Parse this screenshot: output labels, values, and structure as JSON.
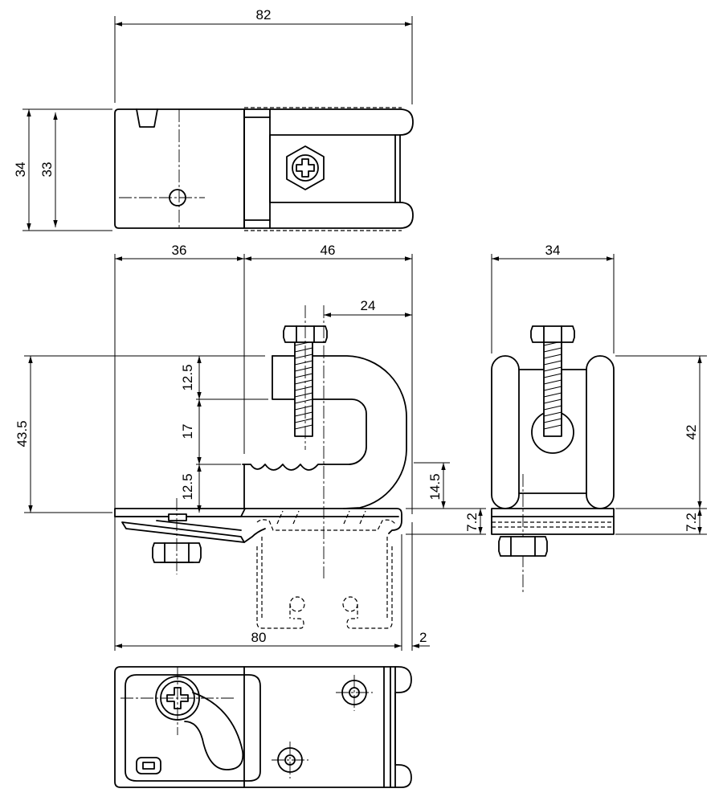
{
  "dimensions": {
    "top_width": "82",
    "top_height_outer": "34",
    "top_height_inner": "33",
    "front_left_width": "36",
    "front_right_width": "46",
    "bolt_offset": "24",
    "overall_height": "43.5",
    "upper_jaw": "12.5",
    "jaw_gap": "17",
    "lower_jaw": "12.5",
    "jaw_height": "14.5",
    "base_thickness": "7.2",
    "overall_length": "80",
    "edge_offset": "2",
    "side_width": "34",
    "side_height": "42",
    "side_base_thickness": "7.2"
  }
}
